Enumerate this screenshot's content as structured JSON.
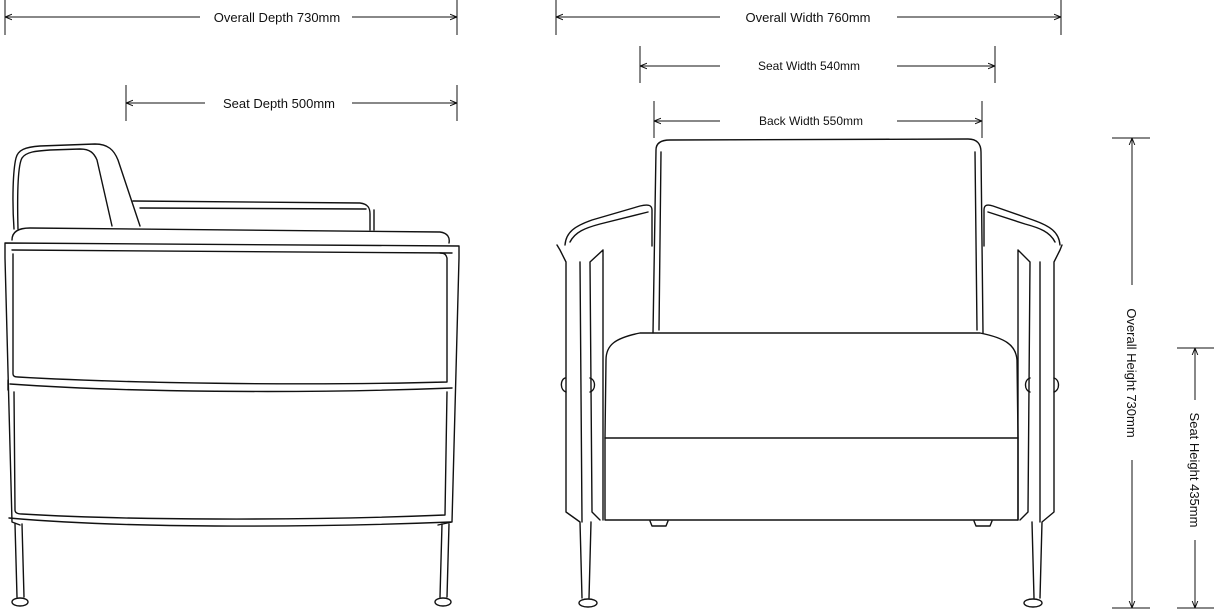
{
  "side_view": {
    "overall_depth": "Overall Depth 730mm",
    "seat_depth": "Seat Depth 500mm"
  },
  "front_view": {
    "overall_width": "Overall Width 760mm",
    "seat_width": "Seat Width 540mm",
    "back_width": "Back Width 550mm"
  },
  "heights": {
    "overall_height": "Overall Height 730mm",
    "seat_height": "Seat Height 435mm"
  },
  "colors": {
    "line": "#111111",
    "background": "#ffffff"
  }
}
